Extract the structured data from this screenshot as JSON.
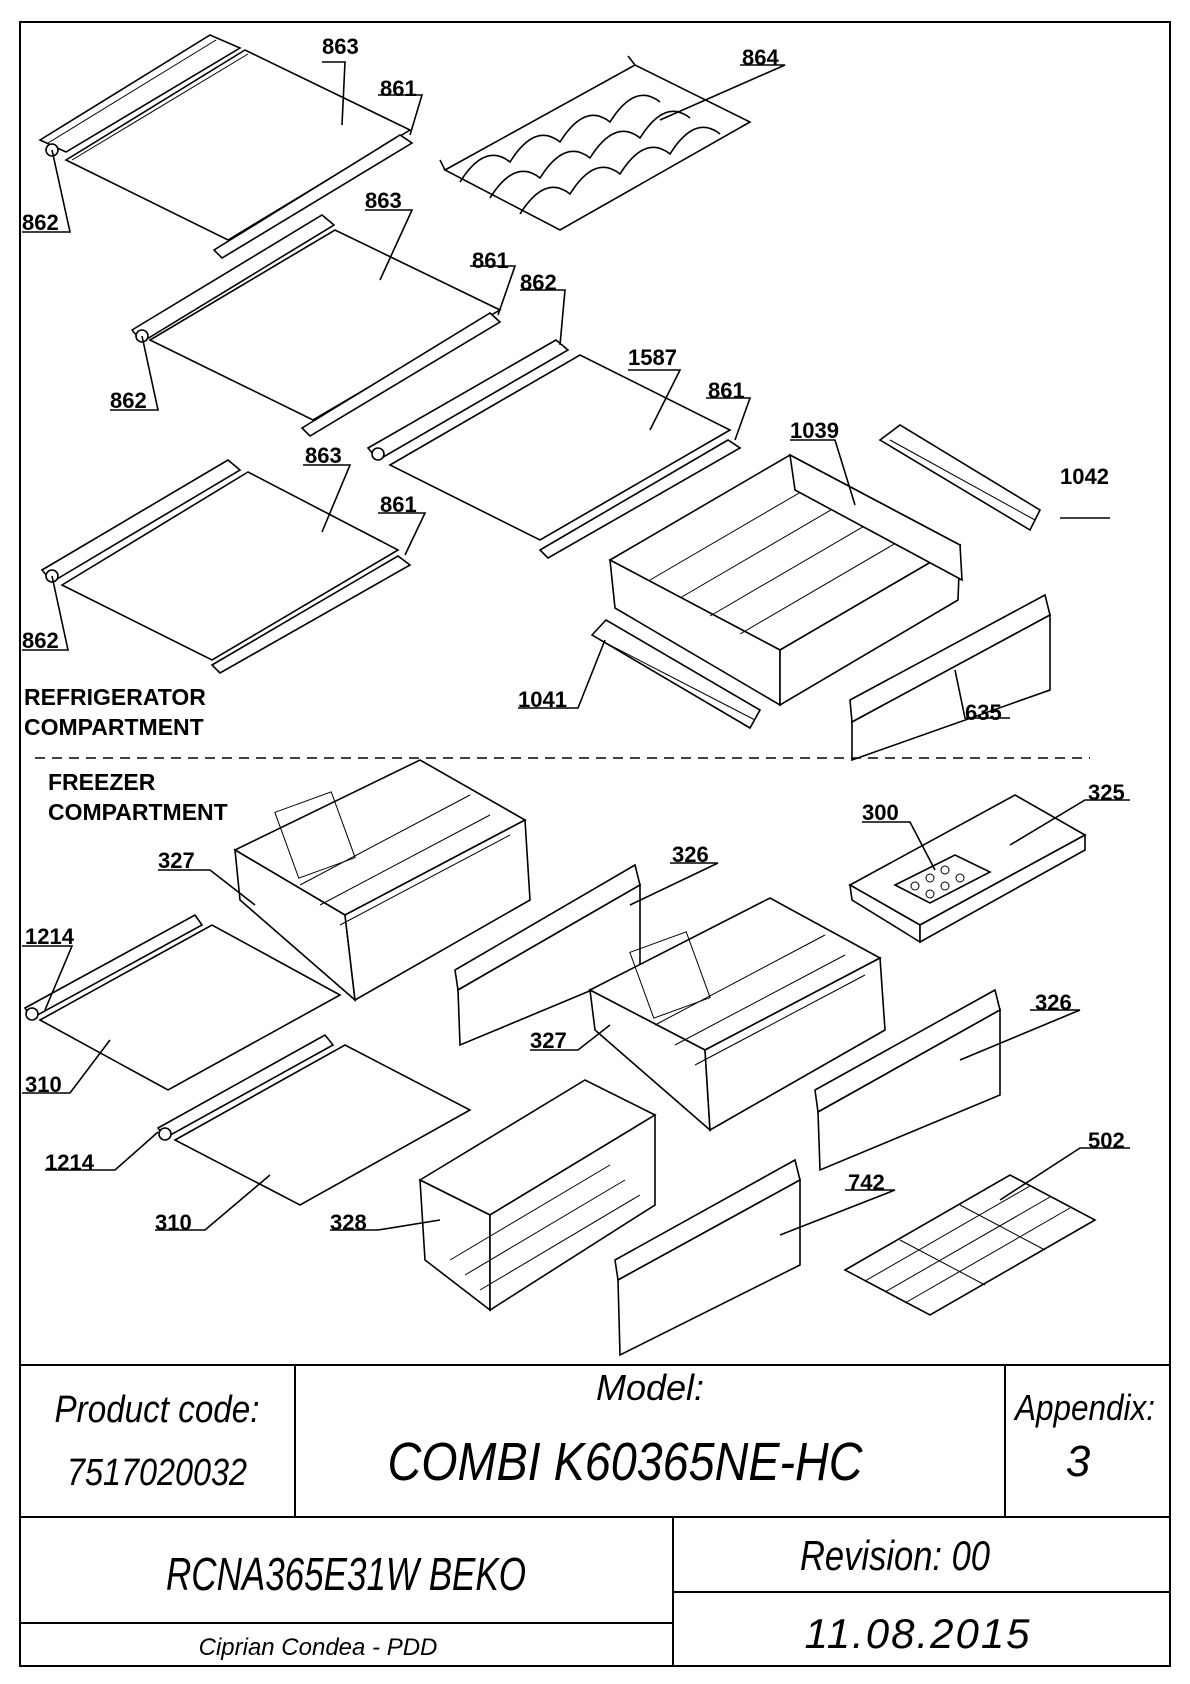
{
  "sections": {
    "refrigerator": [
      "REFRIGERATOR",
      "COMPARTMENT"
    ],
    "freezer": [
      "FREEZER",
      "COMPARTMENT"
    ]
  },
  "callouts": {
    "c863a": "863",
    "c861a": "861",
    "c862a": "862",
    "c864": "864",
    "c863b": "863",
    "c861b": "861",
    "c862b": "862",
    "c862c": "862",
    "c1587": "1587",
    "c861c": "861",
    "c1039": "1039",
    "c1042": "1042",
    "c863c": "863",
    "c861d": "861",
    "c862d": "862",
    "c1041": "1041",
    "c635": "635",
    "c300": "300",
    "c325": "325",
    "c327a": "327",
    "c326a": "326",
    "c1214a": "1214",
    "c310a": "310",
    "c327b": "327",
    "c326b": "326",
    "c1214b": "1214",
    "c310b": "310",
    "c328": "328",
    "c742": "742",
    "c502": "502"
  },
  "title_block": {
    "product_code_label": "Product code:",
    "product_code": "7517020032",
    "model_label": "Model:",
    "model": "COMBI K60365NE-HC",
    "appendix_label": "Appendix:",
    "appendix": "3",
    "sku": "RCNA365E31W BEKO",
    "revision": "Revision: 00",
    "author": "Ciprian Condea - PDD",
    "date": "11.08.2015"
  }
}
